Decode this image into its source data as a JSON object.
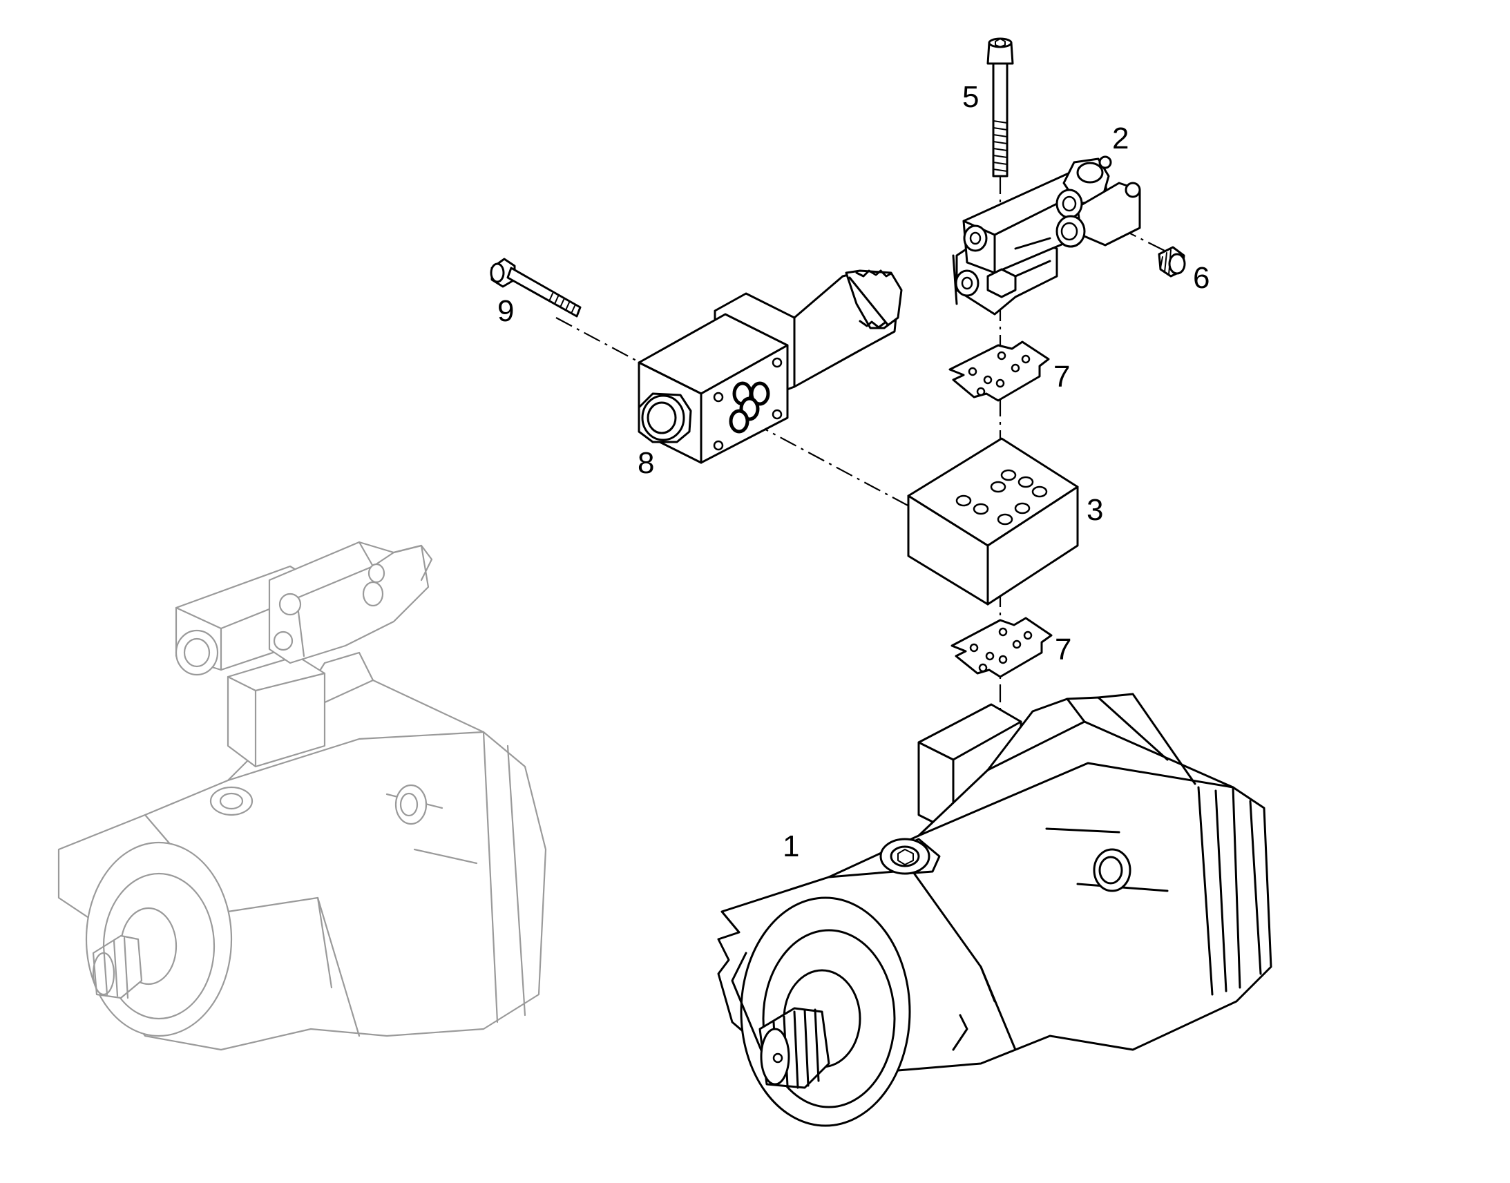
{
  "diagram": {
    "callouts": [
      {
        "id": "1",
        "label": "1"
      },
      {
        "id": "2",
        "label": "2"
      },
      {
        "id": "3",
        "label": "3"
      },
      {
        "id": "5",
        "label": "5"
      },
      {
        "id": "6",
        "label": "6"
      },
      {
        "id": "7a",
        "label": "7"
      },
      {
        "id": "7b",
        "label": "7"
      },
      {
        "id": "8",
        "label": "8"
      },
      {
        "id": "9",
        "label": "9"
      }
    ],
    "line_color": "#000000",
    "ghost_color": "#9a9a9a",
    "background": "#ffffff"
  }
}
